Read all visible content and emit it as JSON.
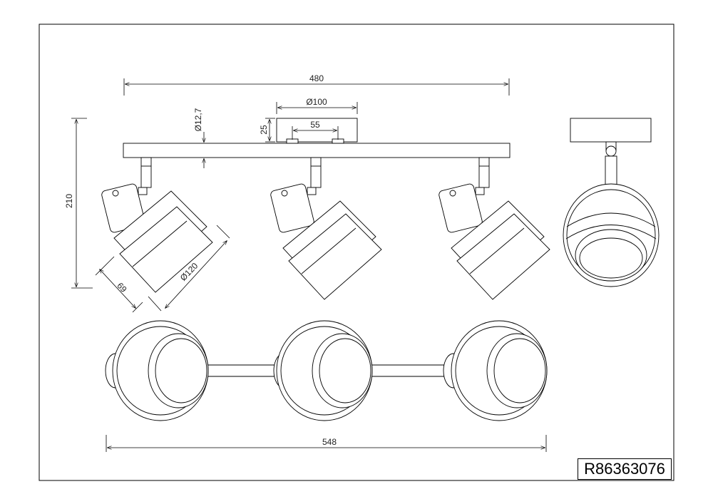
{
  "dimensions": {
    "total_length": "480",
    "canopy_diameter": "Ø100",
    "mount_spacing": "55",
    "canopy_height": "25",
    "bar_diameter": "Ø12,7",
    "total_height": "210",
    "shade_diameter": "Ø120",
    "shade_depth": "69",
    "top_view_length": "548"
  },
  "product_code": "R86363076"
}
